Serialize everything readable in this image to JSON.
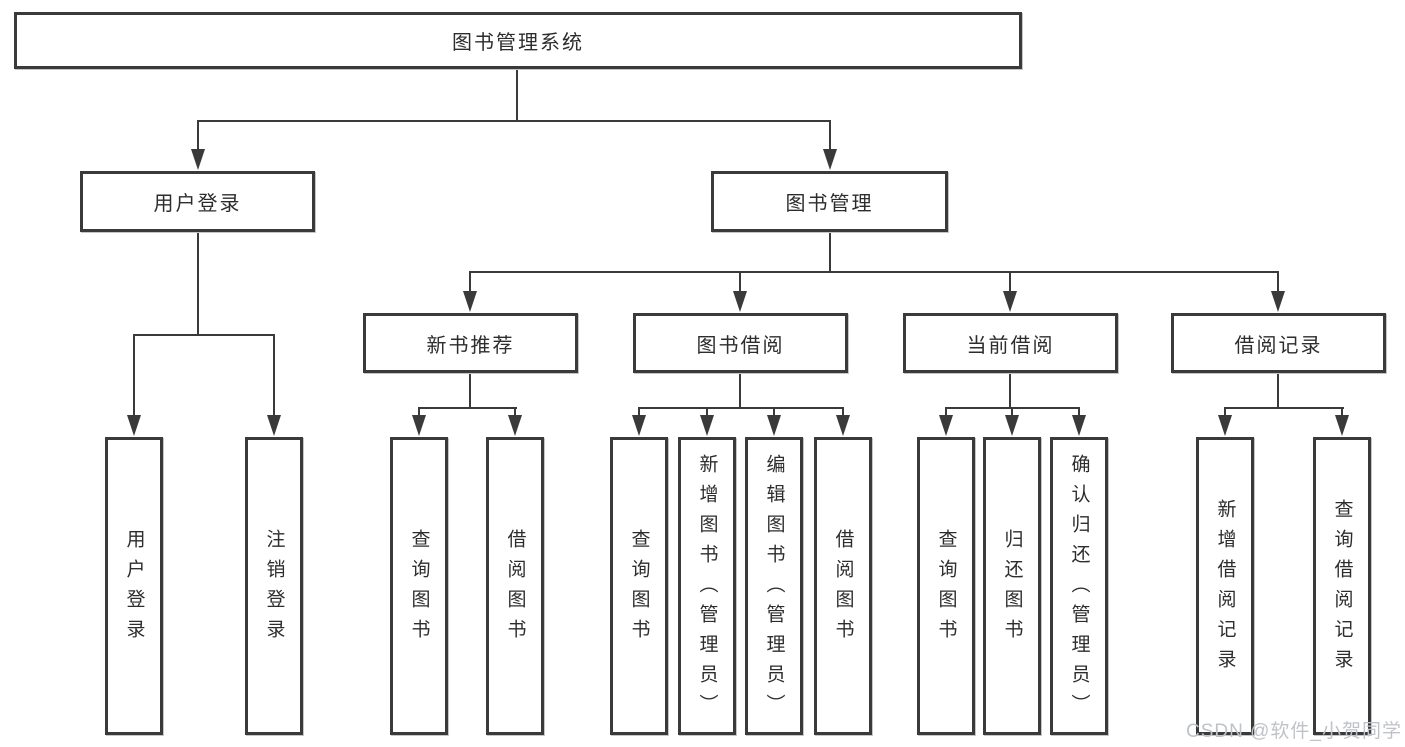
{
  "diagram": {
    "root": {
      "label": "图书管理系统"
    },
    "branches": [
      {
        "label": "用户登录",
        "children": [
          {
            "label": "用户登录"
          },
          {
            "label": "注销登录"
          }
        ]
      },
      {
        "label": "图书管理",
        "children": [
          {
            "label": "新书推荐",
            "children": [
              {
                "label": "查询图书"
              },
              {
                "label": "借阅图书"
              }
            ]
          },
          {
            "label": "图书借阅",
            "children": [
              {
                "label": "查询图书"
              },
              {
                "label": "新增图书（管理员）"
              },
              {
                "label": "编辑图书（管理员）"
              },
              {
                "label": "借阅图书"
              }
            ]
          },
          {
            "label": "当前借阅",
            "children": [
              {
                "label": "查询图书"
              },
              {
                "label": "归还图书"
              },
              {
                "label": "确认归还（管理员）"
              }
            ]
          },
          {
            "label": "借阅记录",
            "children": [
              {
                "label": "新增借阅记录"
              },
              {
                "label": "查询借阅记录"
              }
            ]
          }
        ]
      }
    ]
  },
  "watermark": {
    "text": "CSDN @软件_小贺同学"
  },
  "colors": {
    "line": "#3a3a3a",
    "border": "#3a3a3a",
    "background": "#ffffff",
    "text": "#2d2d2d",
    "watermark": "#bfc3c9"
  }
}
